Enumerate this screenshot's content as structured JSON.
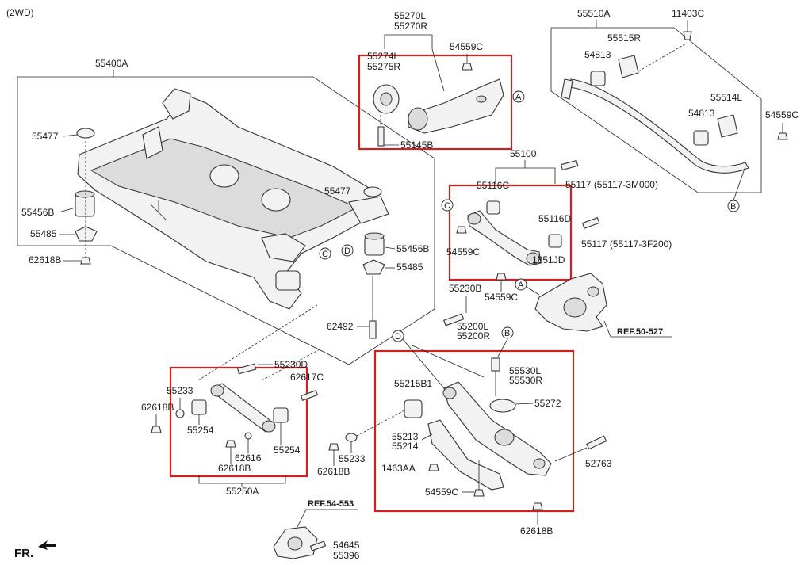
{
  "header": {
    "variant": "(2WD)"
  },
  "orientation": "FR.",
  "references": {
    "knuckle": "REF.50-527",
    "bracket": "REF.54-553"
  },
  "callouts": {
    "a": "A",
    "b": "B",
    "c": "C",
    "d": "D"
  },
  "labels": {
    "crossmember": "55400A",
    "crossmember_cap": "55477",
    "crossmember_cap_r": "55477",
    "bushing_l": "55456B",
    "bushing_r": "55456B",
    "stopper_l": "55485",
    "stopper_r": "55485",
    "nut_l": "62618B",
    "bolt_62492": "62492",
    "trailing_arm": "55270L",
    "trailing_arm_r": "55270R",
    "trailing_bushing_l": "55274L",
    "trailing_bushing_r": "55275R",
    "trailing_nut": "54559C",
    "trailing_bolt": "55145B",
    "stabilizer": "55510A",
    "stab_bolt": "11403C",
    "stab_bracket_r": "55515R",
    "stab_bushing_r": "54813",
    "stab_bracket_l": "55514L",
    "stab_bushing_l": "54813",
    "stab_nut": "54559C",
    "upper_arm": "55100",
    "upper_bushing_c": "55116C",
    "upper_bushing_d": "55116D",
    "upper_bolt_1": "55117 (55117-3M000)",
    "upper_bolt_2": "55117 (55117-3F200)",
    "upper_nut": "54559C",
    "upper_nut_2": "54559C",
    "upper_jd": "1351JD",
    "bolt_55230b": "55230B",
    "lower_arm_l": "55200L",
    "lower_arm_r": "55200R",
    "assist_arm": "55250A",
    "assist_bolt": "55230D",
    "assist_washer": "62617C",
    "assist_nut_l": "55233",
    "assist_nut_l2": "62618B",
    "assist_bushing_l": "55254",
    "assist_washer_2": "62616",
    "assist_nut_2": "62618B",
    "assist_bushing_r": "55254",
    "lower_nut_55233": "55233",
    "lower_nut_62618b": "62618B",
    "lower_bushing": "55215B1",
    "lower_link_l": "55530L",
    "lower_link_r": "55530R",
    "spring_seat": "55272",
    "lower_shield_1": "55213",
    "lower_shield_2": "55214",
    "lower_screw": "1463AA",
    "lower_nut_c": "54559C",
    "lower_bolt": "52763",
    "lower_nut_bottom": "62618B",
    "bracket_bolt_1": "54645",
    "bracket_bolt_2": "55396"
  },
  "colors": {
    "highlight": "#d21f1f",
    "line": "#222222"
  }
}
